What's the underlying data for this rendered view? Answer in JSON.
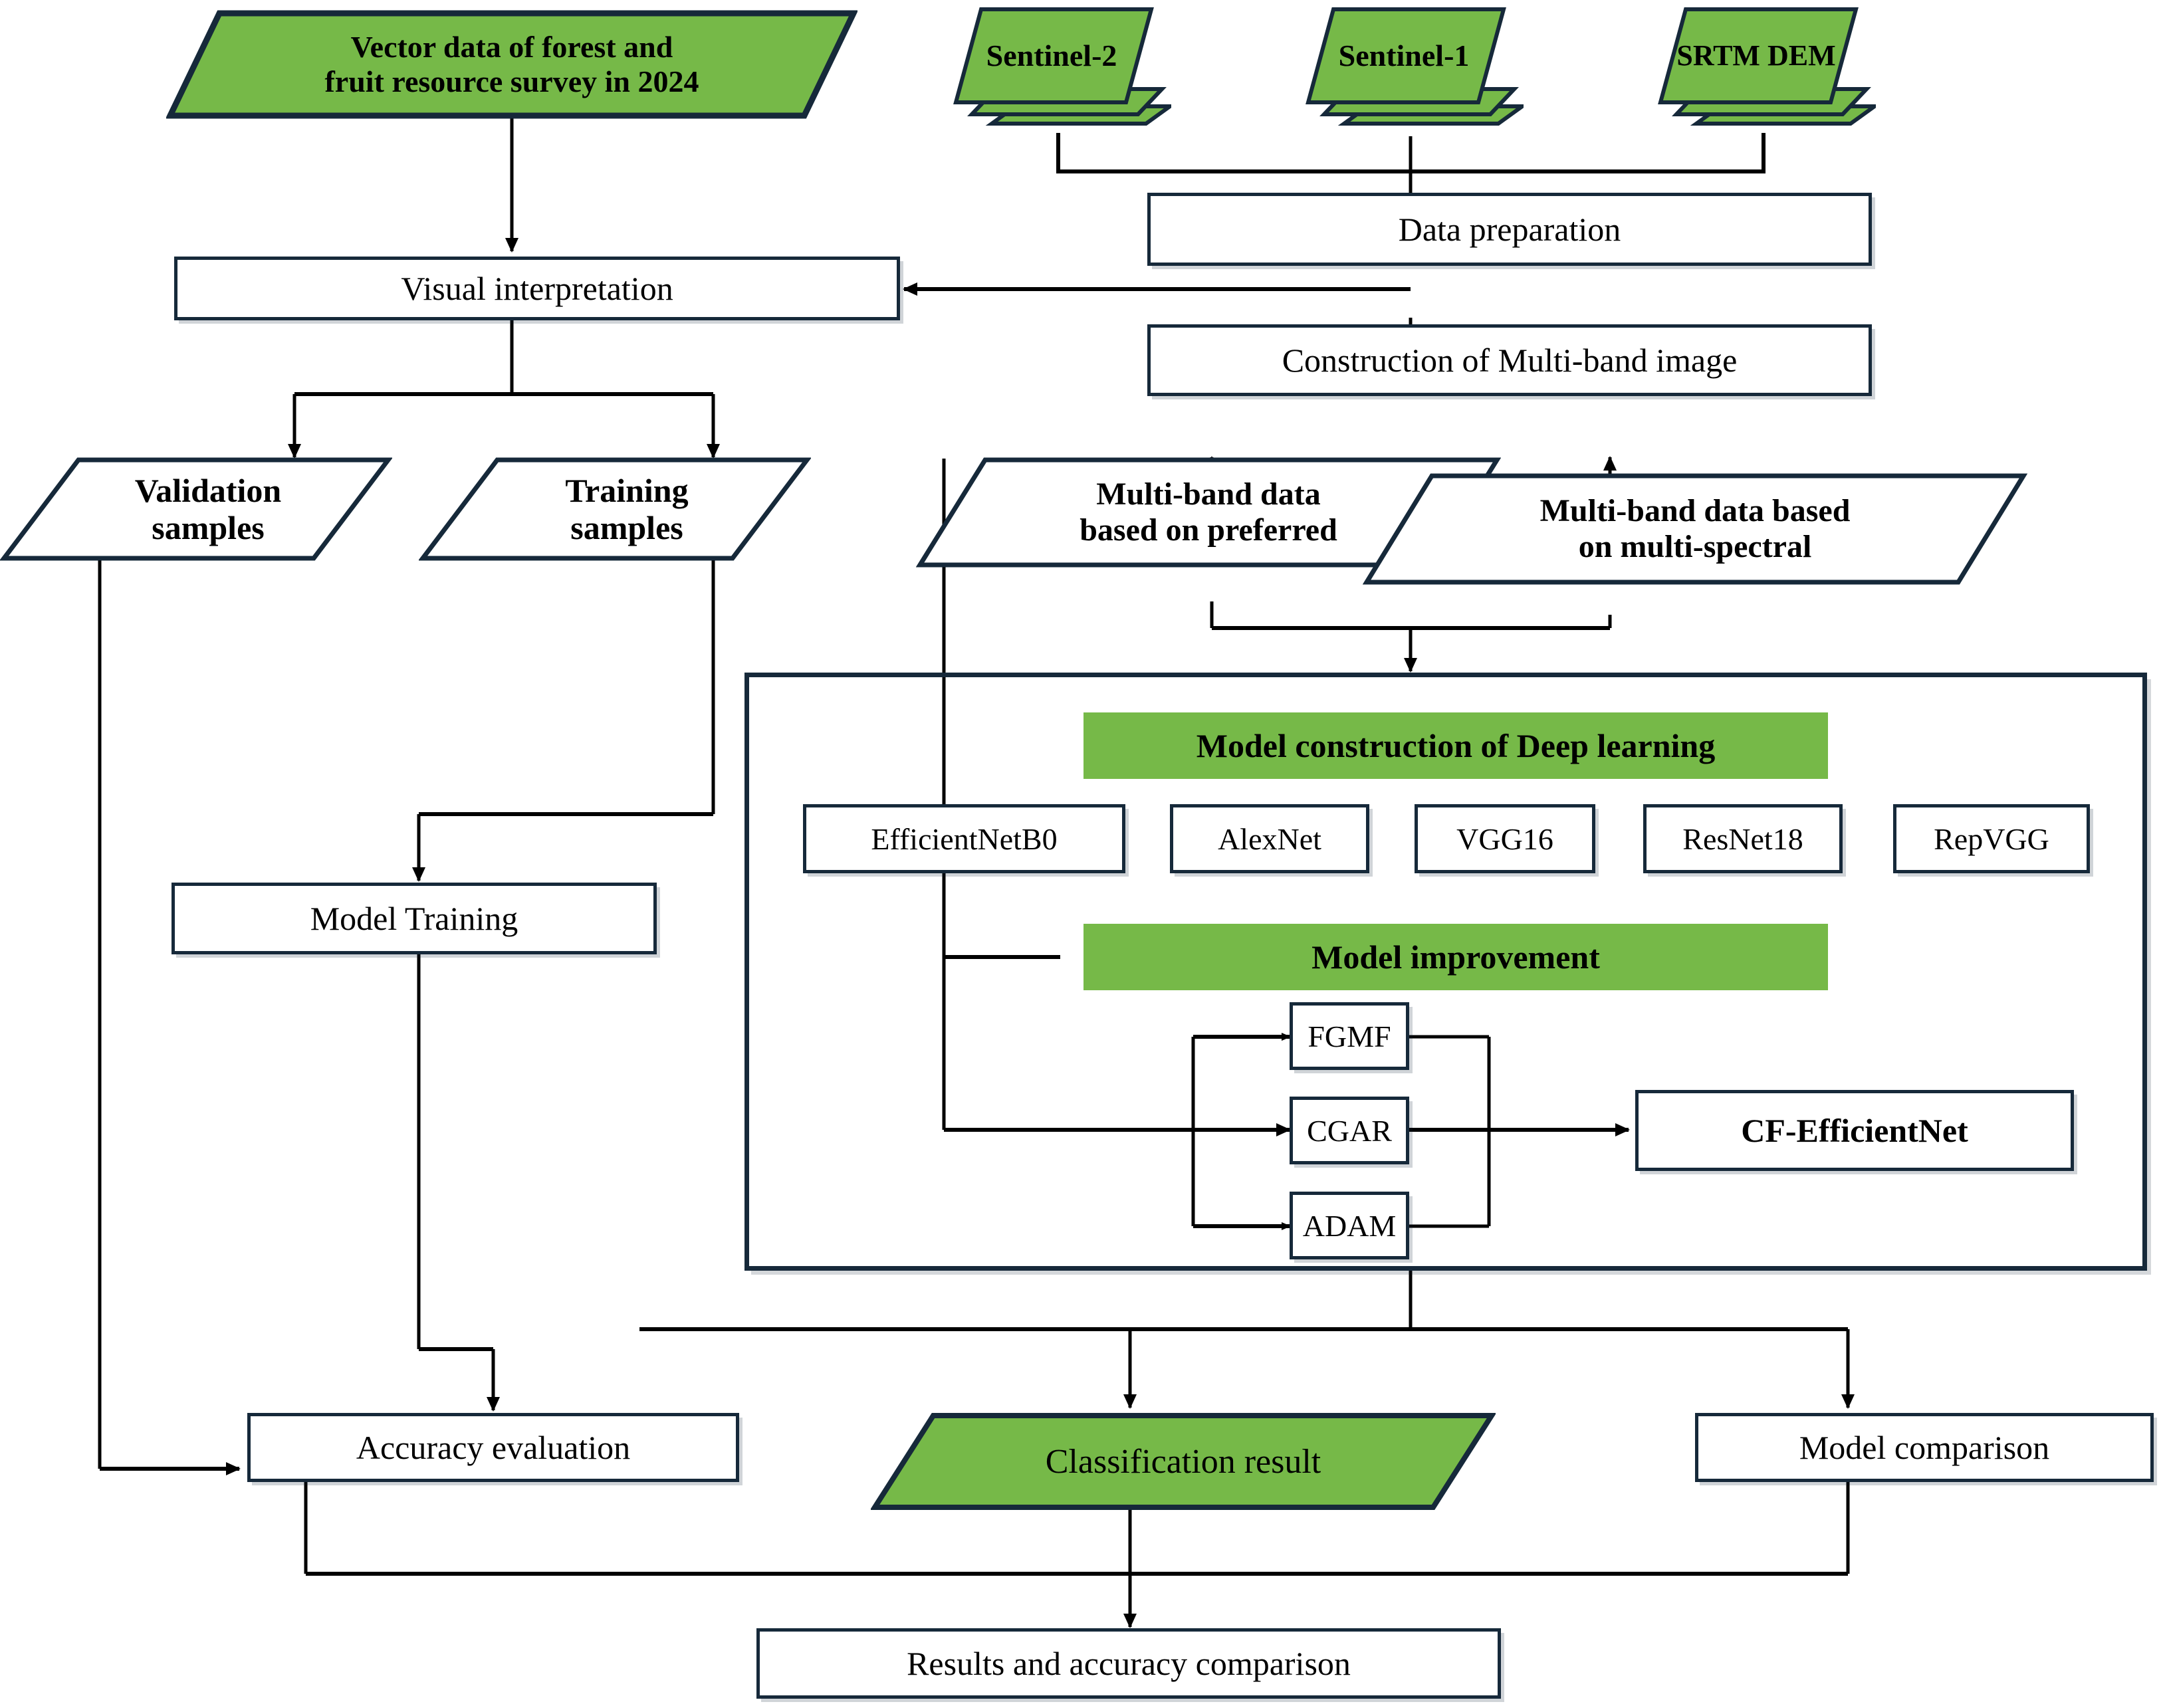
{
  "diagram": {
    "title": "Remote sensing deep-learning classification workflow",
    "colors": {
      "green_fill": "#76b948",
      "outline_navy": "#16293a",
      "wire_black": "#000000",
      "background": "#ffffff"
    },
    "nodes": {
      "vector_data": {
        "label_line1": "Vector data of forest and",
        "label_line2": "fruit resource survey in 2024",
        "shape": "parallelogram",
        "fill": "green"
      },
      "sentinel2": {
        "label": "Sentinel-2",
        "shape": "stacked-parallelogram",
        "fill": "green"
      },
      "sentinel1": {
        "label": "Sentinel-1",
        "shape": "stacked-parallelogram",
        "fill": "green"
      },
      "srtm_dem": {
        "label": "SRTM DEM",
        "shape": "stacked-parallelogram",
        "fill": "green"
      },
      "data_preparation": {
        "label": "Data preparation",
        "shape": "rectangle"
      },
      "visual_interpretation": {
        "label": "Visual interpretation",
        "shape": "rectangle"
      },
      "multiband_image": {
        "label": "Construction of  Multi-band image",
        "shape": "rectangle"
      },
      "validation_samples": {
        "label_line1": "Validation",
        "label_line2": "samples",
        "shape": "parallelogram"
      },
      "training_samples": {
        "label_line1": "Training",
        "label_line2": "samples",
        "shape": "parallelogram"
      },
      "multiband_preferred": {
        "label_line1": "Multi-band data",
        "label_line2": "based on preferred",
        "shape": "parallelogram"
      },
      "multiband_multispectral": {
        "label_line1": "Multi-band data based",
        "label_line2": "on multi-spectral",
        "shape": "parallelogram"
      },
      "model_construction_header": {
        "label": "Model construction of Deep learning",
        "shape": "green-bar"
      },
      "model_improvement_header": {
        "label": "Model improvement",
        "shape": "green-bar"
      },
      "model_training": {
        "label": "Model Training",
        "shape": "rectangle"
      },
      "cf_efficientnet": {
        "label": "CF-EfficientNet",
        "shape": "rectangle"
      },
      "accuracy_evaluation": {
        "label": "Accuracy evaluation",
        "shape": "rectangle"
      },
      "classification_result": {
        "label": "Classification result",
        "shape": "parallelogram",
        "fill": "green"
      },
      "model_comparison": {
        "label": "Model comparison",
        "shape": "rectangle"
      },
      "results_accuracy_comparison": {
        "label": "Results and accuracy comparison",
        "shape": "rectangle"
      }
    },
    "model_list": [
      {
        "label": "EfficientNetB0"
      },
      {
        "label": "AlexNet"
      },
      {
        "label": "VGG16"
      },
      {
        "label": "ResNet18"
      },
      {
        "label": "RepVGG"
      }
    ],
    "improvement_modules": [
      {
        "label": "FGMF"
      },
      {
        "label": "CGAR"
      },
      {
        "label": "ADAM"
      }
    ]
  }
}
